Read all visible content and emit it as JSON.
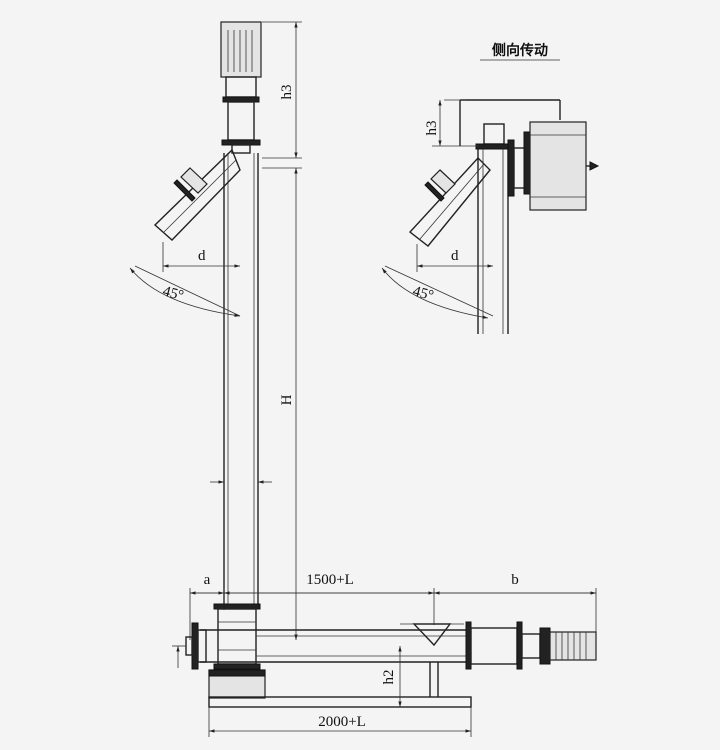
{
  "main_view": {
    "label_h3": "h3",
    "label_H": "H",
    "label_d": "d",
    "label_angle": "45°",
    "label_a": "a",
    "label_1500L": "1500+L",
    "label_b": "b",
    "label_h2": "h2",
    "label_2000L": "2000+L"
  },
  "side_view": {
    "title": "侧向传动",
    "label_h3": "h3",
    "label_d": "d",
    "label_angle": "45°"
  }
}
